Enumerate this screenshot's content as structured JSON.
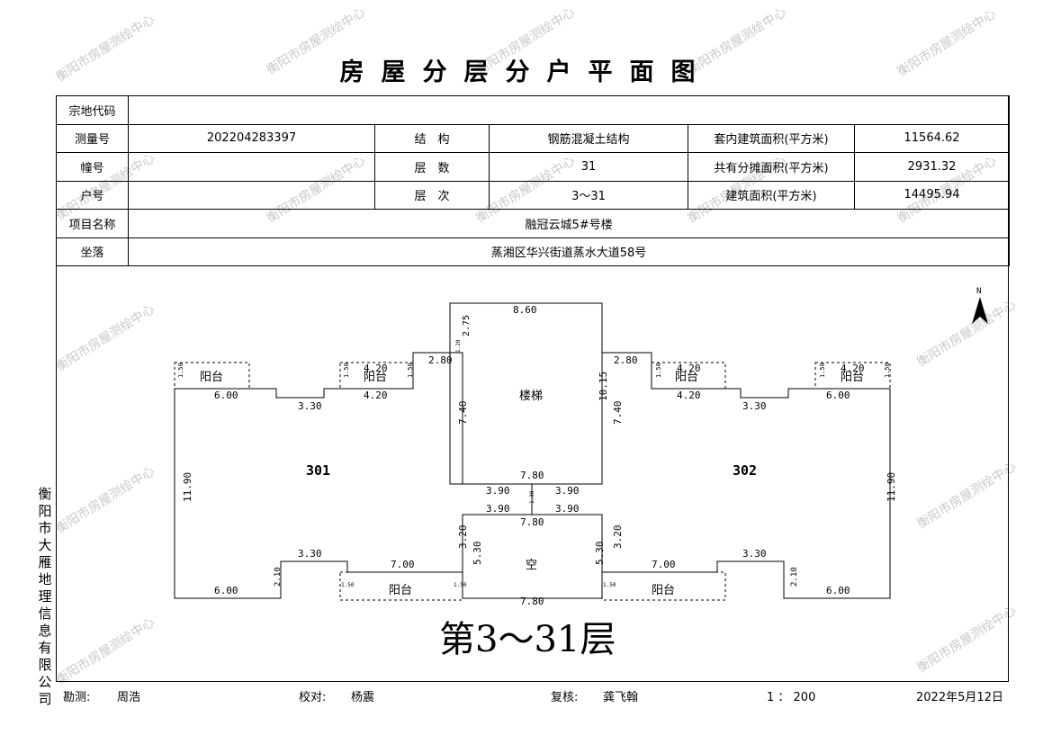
{
  "title": "房屋分层分户平面图",
  "watermark": "衡阳市房屋测绘中心",
  "table": {
    "parcel_code_label": "宗地代码",
    "parcel_code_value": "",
    "survey_no_label": "测量号",
    "survey_no_value": "202204283397",
    "structure_label": "结　构",
    "structure_value": "钢筋混凝土结构",
    "inner_area_label": "套内建筑面积(平方米)",
    "inner_area_value": "11564.62",
    "building_no_label": "幢号",
    "building_no_value": "",
    "floors_label": "层　数",
    "floors_value": "31",
    "shared_area_label": "共有分摊面积(平方米)",
    "shared_area_value": "2931.32",
    "unit_no_label": "户号",
    "unit_no_value": "",
    "floor_range_label": "层　次",
    "floor_range_value": "3～31",
    "building_area_label": "建筑面积(平方米)",
    "building_area_value": "14495.94",
    "project_label": "项目名称",
    "project_value": "融冠云城5#号楼",
    "location_label": "坐落",
    "location_value": "蒸湘区华兴街道蒸水大道58号"
  },
  "company_vertical": [
    "衡",
    "阳",
    "市",
    "大",
    "雁",
    "地",
    "理",
    "信",
    "息",
    "有",
    "限",
    "公",
    "司"
  ],
  "plan": {
    "floor_caption": "第3～31层",
    "north": "N",
    "unit_left": "301",
    "unit_right": "302",
    "stair_label": "楼梯",
    "void_label": "空",
    "balcony": "阳台",
    "dims": {
      "d860": "8.60",
      "d275": "2.75",
      "d280": "2.80",
      "d1015": "10.15",
      "d740": "7.40",
      "d780": "7.80",
      "d390": "3.90",
      "d600": "6.00",
      "d330": "3.30",
      "d420": "4.20",
      "d1190": "11.90",
      "d320": "3.20",
      "d530": "5.30",
      "d700": "7.00",
      "d210": "2.10",
      "d150": "1.50",
      "d120": "1.20",
      "d130": "1.30"
    }
  },
  "footer": {
    "surveyor_label": "勘测:",
    "surveyor": "周浩",
    "checker_label": "校对:",
    "checker": "杨震",
    "reviewer_label": "复核:",
    "reviewer": "龚飞翰",
    "scale": "1 ： 200",
    "date": "2022年5月12日"
  }
}
